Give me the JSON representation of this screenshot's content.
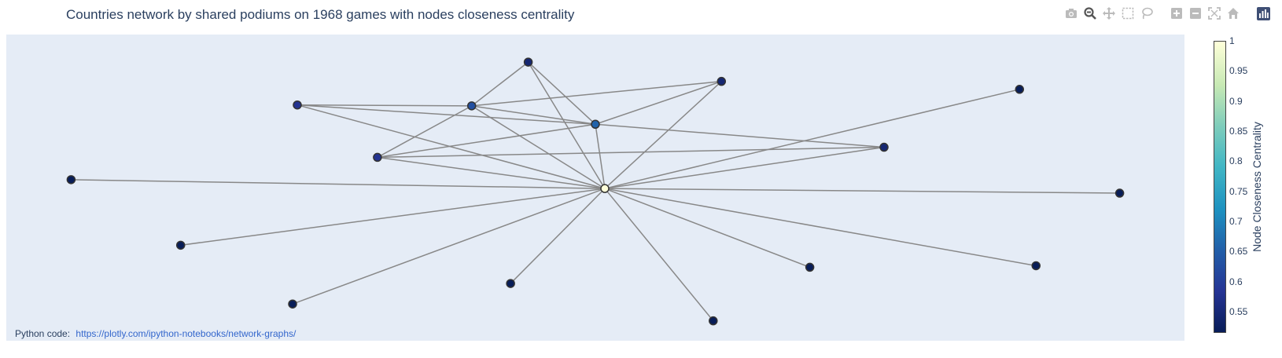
{
  "title": "Countries network by shared podiums on 1968 games with nodes closeness centrality",
  "modebar": {
    "buttons": [
      "camera-icon",
      "zoom-icon",
      "pan-icon",
      "box-select-icon",
      "lasso-icon",
      "zoom-in-icon",
      "zoom-out-icon",
      "autoscale-icon",
      "home-icon",
      "plotly-logo-icon"
    ]
  },
  "annotation": {
    "label": "Python code:",
    "link_text": "https://plotly.com/ipython-notebooks/network-graphs/"
  },
  "colorbar": {
    "title": "Node Closeness Centrality",
    "ticks": [
      "1",
      "0.95",
      "0.9",
      "0.85",
      "0.8",
      "0.75",
      "0.7",
      "0.65",
      "0.6",
      "0.55"
    ],
    "colorscale": [
      "#081d58",
      "#253494",
      "#225ea8",
      "#1d91c0",
      "#41b6c4",
      "#7fcdbb",
      "#c7e9b4",
      "#ffffd9"
    ],
    "range": [
      0.515,
      1.0
    ]
  },
  "chart_data": {
    "type": "network",
    "title": "Countries network by shared podiums on 1968 games with nodes closeness centrality",
    "xlim": [
      0,
      1
    ],
    "ylim": [
      0,
      1
    ],
    "grid": false,
    "colorbar_title": "Node Closeness Centrality",
    "nodes": [
      {
        "id": 0,
        "x": 0.508,
        "y": 0.497,
        "closeness": 1.0
      },
      {
        "id": 1,
        "x": 0.443,
        "y": 0.91,
        "closeness": 0.545
      },
      {
        "id": 2,
        "x": 0.607,
        "y": 0.847,
        "closeness": 0.545
      },
      {
        "id": 3,
        "x": 0.247,
        "y": 0.77,
        "closeness": 0.58
      },
      {
        "id": 4,
        "x": 0.395,
        "y": 0.767,
        "closeness": 0.63
      },
      {
        "id": 5,
        "x": 0.5,
        "y": 0.707,
        "closeness": 0.66
      },
      {
        "id": 6,
        "x": 0.315,
        "y": 0.599,
        "closeness": 0.58
      },
      {
        "id": 7,
        "x": 0.745,
        "y": 0.632,
        "closeness": 0.545
      },
      {
        "id": 8,
        "x": 0.86,
        "y": 0.821,
        "closeness": 0.515
      },
      {
        "id": 9,
        "x": 0.055,
        "y": 0.526,
        "closeness": 0.515
      },
      {
        "id": 10,
        "x": 0.945,
        "y": 0.482,
        "closeness": 0.515
      },
      {
        "id": 11,
        "x": 0.148,
        "y": 0.312,
        "closeness": 0.515
      },
      {
        "id": 12,
        "x": 0.682,
        "y": 0.24,
        "closeness": 0.515
      },
      {
        "id": 13,
        "x": 0.874,
        "y": 0.245,
        "closeness": 0.515
      },
      {
        "id": 14,
        "x": 0.243,
        "y": 0.12,
        "closeness": 0.515
      },
      {
        "id": 15,
        "x": 0.428,
        "y": 0.187,
        "closeness": 0.515
      },
      {
        "id": 16,
        "x": 0.6,
        "y": 0.065,
        "closeness": 0.515
      }
    ],
    "edges": [
      [
        0,
        1
      ],
      [
        0,
        2
      ],
      [
        0,
        3
      ],
      [
        0,
        4
      ],
      [
        0,
        5
      ],
      [
        0,
        6
      ],
      [
        0,
        7
      ],
      [
        0,
        8
      ],
      [
        0,
        9
      ],
      [
        0,
        10
      ],
      [
        0,
        11
      ],
      [
        0,
        12
      ],
      [
        0,
        13
      ],
      [
        0,
        14
      ],
      [
        0,
        15
      ],
      [
        0,
        16
      ],
      [
        1,
        4
      ],
      [
        1,
        5
      ],
      [
        3,
        4
      ],
      [
        3,
        5
      ],
      [
        4,
        5
      ],
      [
        4,
        2
      ],
      [
        4,
        6
      ],
      [
        5,
        2
      ],
      [
        5,
        6
      ],
      [
        5,
        7
      ],
      [
        6,
        7
      ]
    ]
  }
}
